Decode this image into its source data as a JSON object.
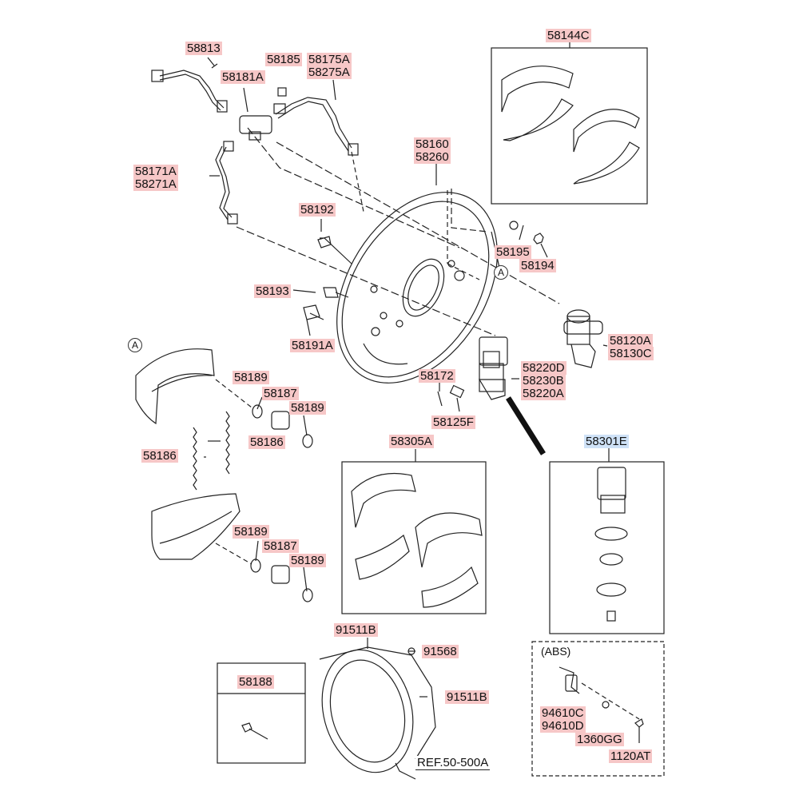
{
  "labels": {
    "p58813": "58813",
    "p58185": "58185",
    "p58175A": "58175A",
    "p58275A": "58275A",
    "p58181A": "58181A",
    "p58144C": "58144C",
    "p58160": "58160",
    "p58260": "58260",
    "p58171A": "58171A",
    "p58271A": "58271A",
    "p58192": "58192",
    "p58195": "58195",
    "p58194": "58194",
    "p58193": "58193",
    "p58120A": "58120A",
    "p58130C": "58130C",
    "p58191A": "58191A",
    "p58220D": "58220D",
    "p58230B": "58230B",
    "p58220A": "58220A",
    "p58172": "58172",
    "p58125F": "58125F",
    "p58189a": "58189",
    "p58187a": "58187",
    "p58189b": "58189",
    "p58186a": "58186",
    "p58186b": "58186",
    "p58305A": "58305A",
    "p58301E": "58301E",
    "p58189c": "58189",
    "p58187b": "58187",
    "p58189d": "58189",
    "p91511B_top": "91511B",
    "p91568": "91568",
    "p91511B_side": "91511B",
    "p58188": "58188",
    "p94610C": "94610C",
    "p94610D": "94610D",
    "p1360GG": "1360GG",
    "p1120AT": "1120AT"
  },
  "callouts": {
    "A_top": "A",
    "A_left": "A"
  },
  "abs_title": "(ABS)",
  "ref": "REF.50-500A",
  "colors": {
    "part_label_bg": "#f6c7c7",
    "kit_label_bg": "#cfe2f7",
    "line": "#222222"
  }
}
